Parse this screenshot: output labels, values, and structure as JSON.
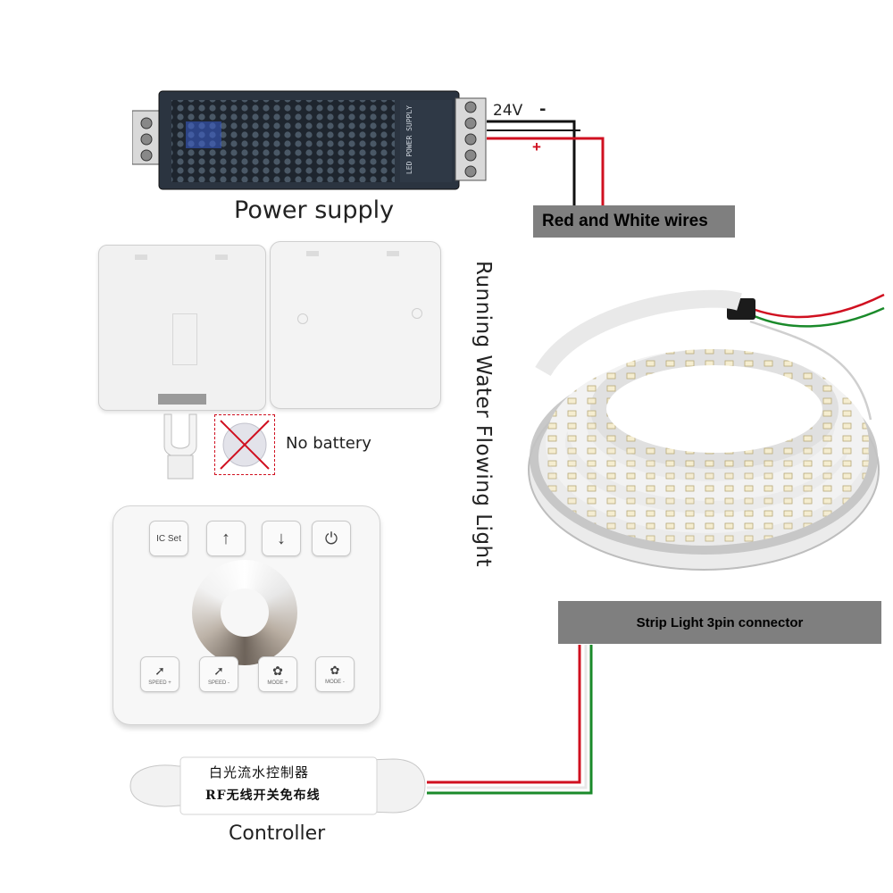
{
  "power_supply": {
    "caption": "Power supply",
    "voltage": "24V",
    "minus": "-",
    "plus": "+",
    "case_text": "LED POWER SUPPLY"
  },
  "wires_banner": "Red and White wires",
  "side_label": "Running Water Flowing Light",
  "no_battery": "No battery",
  "remote": {
    "top_buttons": [
      "IC Set",
      "↑",
      "↓",
      "⏻"
    ],
    "bottom_buttons": [
      {
        "icon": "rocket-icon",
        "caption": "SPEED +"
      },
      {
        "icon": "rocket-icon",
        "caption": "SPEED -"
      },
      {
        "icon": "flower-icon",
        "caption": "MODE +"
      },
      {
        "icon": "flower-icon",
        "caption": "MODE -"
      }
    ]
  },
  "connector_banner": "Strip Light 3pin connector",
  "controller": {
    "line1": "白光流水控制器",
    "line2": "RF无线开关免布线",
    "caption": "Controller"
  },
  "colors": {
    "banner_bg": "#7f7f7f",
    "wire_red": "#d01020",
    "wire_green": "#1a8a2a",
    "wire_black": "#111111"
  }
}
